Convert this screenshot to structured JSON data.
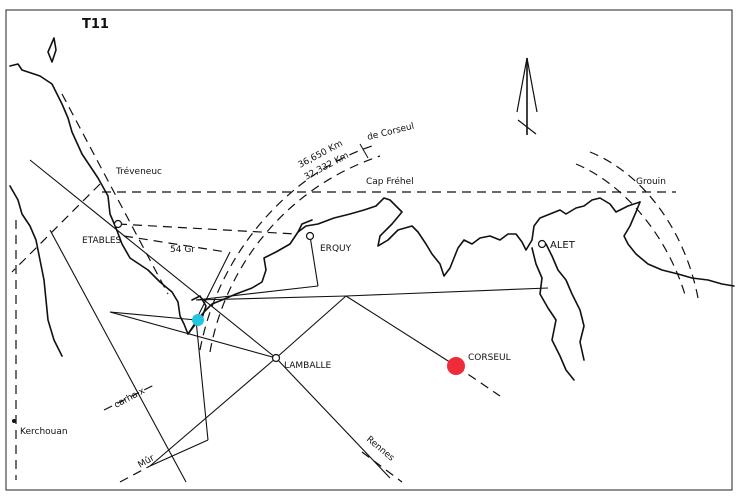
{
  "map": {
    "title": "T11",
    "places": {
      "treveneuc": "Tréveneuc",
      "etables": "ETABLES",
      "erquy": "ERQUY",
      "alet": "ALET",
      "lamballe": "LAMBALLE",
      "corseul": "CORSEUL",
      "kerchouan": "Kerchouan",
      "cap_frehel": "Cap Fréhel",
      "grouin": "Grouin"
    },
    "annotations": {
      "dist_1": "36,650 Km",
      "dist_2": "32,332 Km",
      "de_corseul": "de Corseul",
      "bearing": "54 Gr"
    },
    "road_labels": {
      "carhaix": "carhaix",
      "mur": "Mûr",
      "rennes": "Rennes"
    },
    "colors": {
      "marker_corseul": "#ef2b3a",
      "marker_cyan": "#22c6e0",
      "ink": "#111111"
    }
  }
}
